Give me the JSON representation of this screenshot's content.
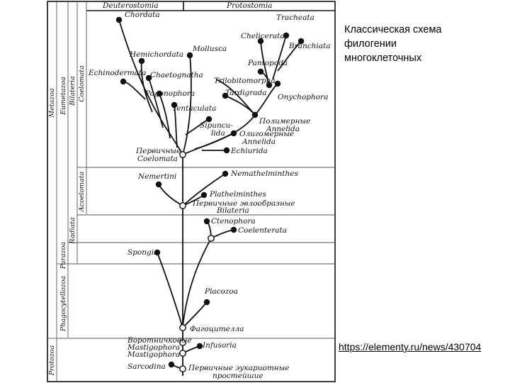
{
  "caption": {
    "line1": "Классическая схема",
    "line2": "филогении",
    "line3": "многоклеточных"
  },
  "source_link": "https://elementy.ru/news/430704",
  "diagram": {
    "columns": {
      "metazoa": "Metazoa",
      "eumetazoa": "Eumetazoa",
      "bilateria": "Bilateria",
      "coelomata": "Coelomata",
      "acoelomata": "Acoelomata",
      "radiata": "Radiata",
      "parazoa": "Parazoa",
      "phagocytellozoa": "Phagocytellozoa",
      "protozoa": "Protozoa"
    },
    "headers": {
      "deuterostomia": "Deuterostomia",
      "protostomia": "Protostomia"
    },
    "taxa": {
      "chordata": "Chordata",
      "hemichordata": "Hemichordata",
      "echinodermata": "Echinodermata",
      "chaetognatha": "Chaetognatha",
      "pogonophora": "Pogonophora",
      "tentaculata": "Tentaculata",
      "mollusca": "Mollusca",
      "tracheata": "Tracheata",
      "chelicerata": "Chelicerata",
      "branchiata": "Branchiata",
      "pantopoda": "Pantopoda",
      "trilobitomorpha": "Trilobitomorpha",
      "tardigrada": "Tardigrada",
      "onychophora": "Onychophora",
      "polychaeta_line1": "Полимерные",
      "polychaeta_line2": "Annelida",
      "sipunculida_line1": "Sipuncu-",
      "sipunculida_line2": "lida",
      "oligomeric_line1": "Олигомерные",
      "oligomeric_line2": "Annelida",
      "echiurida": "Echiurida",
      "coelomata_ancestor_line1": "Первичные",
      "coelomata_ancestor_line2": "Coelomata",
      "nemertini": "Nemertini",
      "nemathelminthes": "Nemathelminthes",
      "plathelminthes": "Plathelminthes",
      "bilateria_ancestor_line1": "Первичные эвлообразные",
      "bilateria_ancestor_line2": "Bilateria",
      "ctenophora": "Ctenophora",
      "coelenterata": "Coelenterata",
      "spongia": "Spongia",
      "placozoa": "Placozoa",
      "phagocytella": "Фагоцителла",
      "choanoflagellate_line1": "Воротничковые",
      "choanoflagellate_line2": "Mastigophora",
      "mastigophora": "Mastigophora",
      "infusoria": "Infusoria",
      "sarcodina": "Sarcodina",
      "primary_eukaryotes_line1": "Первичные эукариотные",
      "primary_eukaryotes_line2": "простейшие"
    }
  }
}
